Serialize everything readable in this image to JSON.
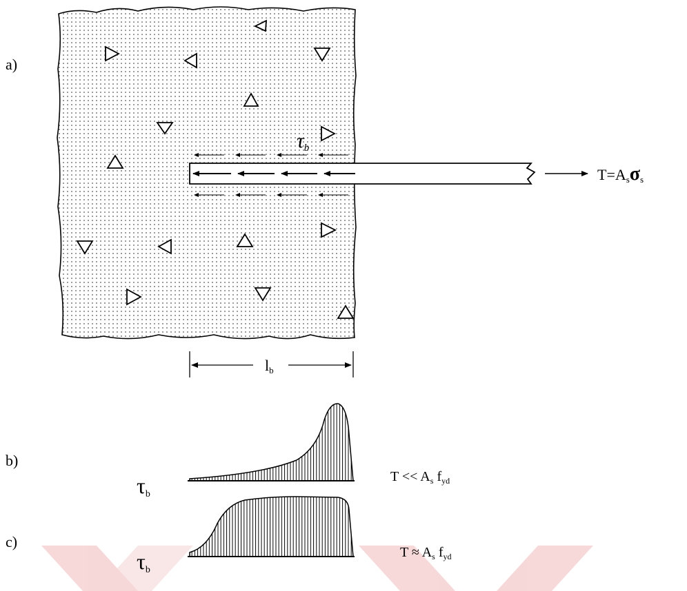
{
  "panels": {
    "a": {
      "label": "a)"
    },
    "b": {
      "label": "b)"
    },
    "c": {
      "label": "c)"
    }
  },
  "symbols": {
    "tau": "τ",
    "tau_sub": "b",
    "l": "l",
    "l_sub": "b"
  },
  "force": {
    "T": "T=A",
    "T_sub": "s",
    "sigma": "σ",
    "sigma_sub": "s"
  },
  "equations": {
    "b_pre": "T << A",
    "c_pre": "T ≈ A",
    "As_sub": "s",
    "f": " f",
    "f_sub": "yd"
  },
  "colors": {
    "ink": "#000000",
    "watermark": "#f3c9c9"
  }
}
